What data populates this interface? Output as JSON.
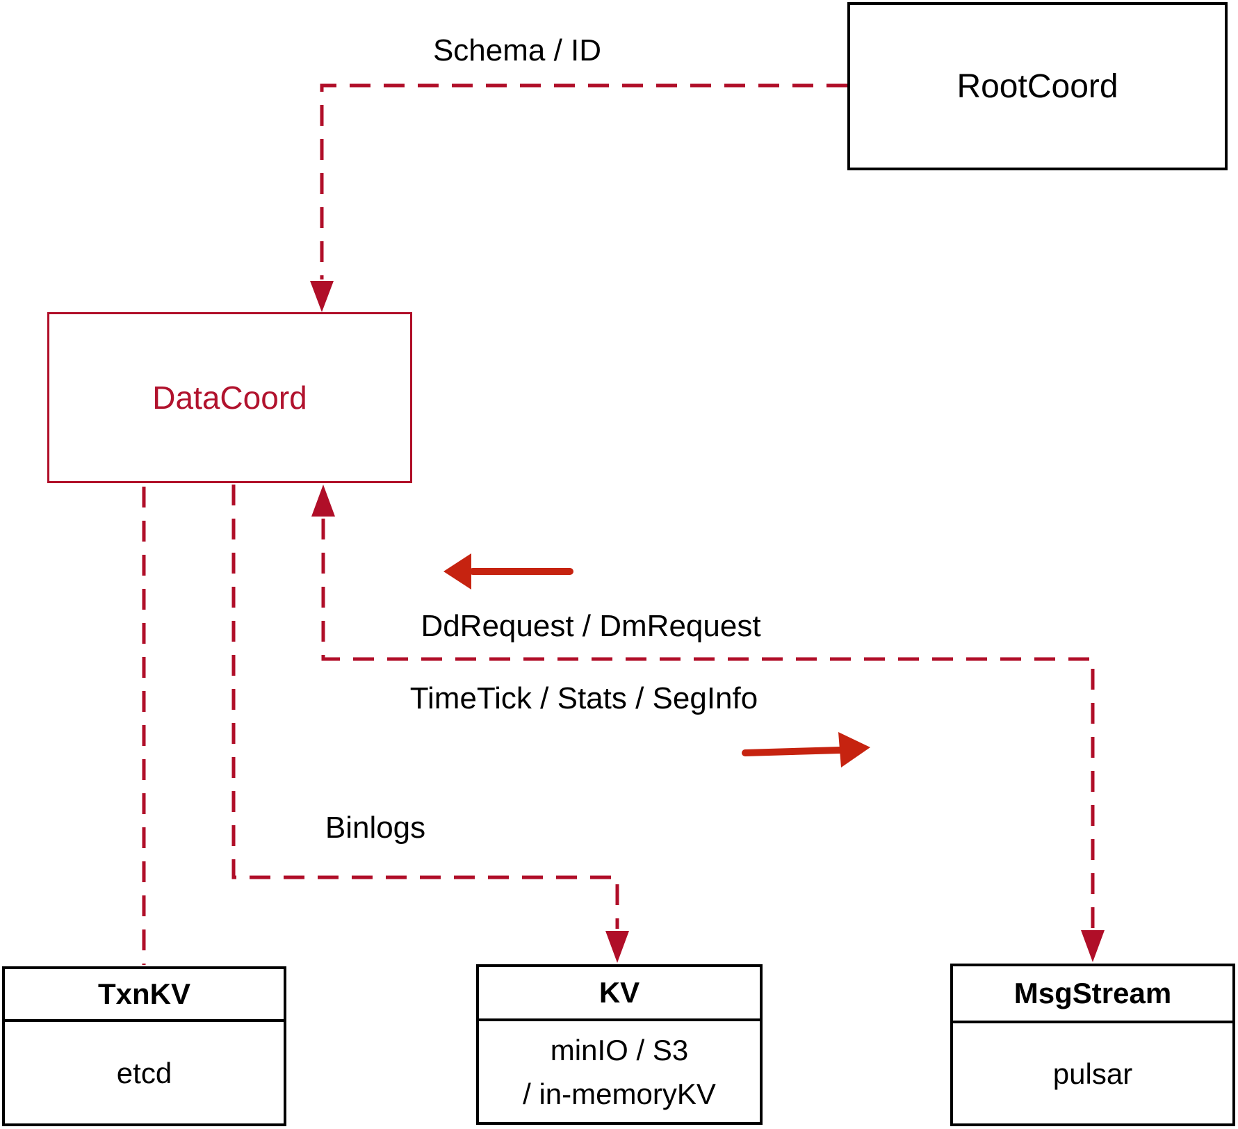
{
  "colors": {
    "connector_red": "#b00e28",
    "arrow_red": "#c62310",
    "datacoord_red": "#b1122d",
    "border_black": "#000000",
    "label_black": "#000000",
    "background": "#ffffff"
  },
  "nodes": {
    "rootcoord": {
      "label": "RootCoord"
    },
    "datacoord": {
      "label": "DataCoord"
    },
    "txnkv": {
      "title": "TxnKV",
      "body": "etcd"
    },
    "kv": {
      "title": "KV",
      "body_line1": "minIO / S3",
      "body_line2": "/ in-memoryKV"
    },
    "msgstream": {
      "title": "MsgStream",
      "body": "pulsar"
    }
  },
  "edges": [
    {
      "from": "RootCoord",
      "to": "DataCoord",
      "label": "Schema / ID",
      "style": "dashed",
      "arrow": "into DataCoord top"
    },
    {
      "from": "DataCoord",
      "to": "TxnKV",
      "label": "",
      "style": "dashed",
      "arrow": "none"
    },
    {
      "from": "DataCoord",
      "to": "KV",
      "label": "Binlogs",
      "style": "dashed",
      "arrow": "into KV top"
    },
    {
      "from": "DataCoord",
      "to": "MsgStream",
      "label_top": "DdRequest / DmRequest",
      "label_bottom": "TimeTick / Stats / SegInfo",
      "style": "dashed",
      "arrow": "both ends"
    }
  ]
}
